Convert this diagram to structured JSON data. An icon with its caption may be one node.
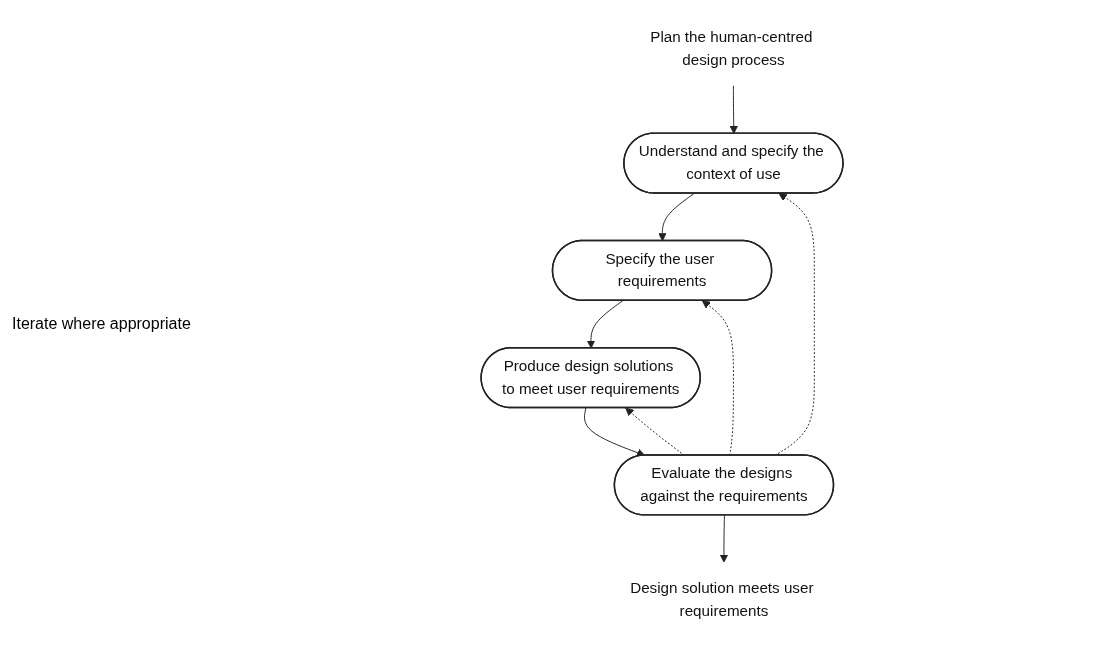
{
  "diagram": {
    "nodes": [
      {
        "text": [
          "Plan the human-centred design process"
        ]
      },
      {
        "text": [
          "Understand and specify the context of use"
        ]
      },
      {
        "text": [
          "Specify the user requirements"
        ]
      },
      {
        "text": [
          "Produce design solutions to meet user requirements"
        ]
      },
      {
        "text": [
          "Evaluate the designs against the requirements"
        ]
      },
      {
        "text": [
          "Design solution meets user requirements"
        ]
      }
    ],
    "edges": [
      {
        "from": 0,
        "to": 1,
        "arrow": "to"
      },
      {
        "from": 1,
        "to": 2,
        "arrow": "to"
      },
      {
        "from": 2,
        "to": 3,
        "arrow": "to"
      },
      {
        "from": 3,
        "to": 4,
        "arrow": "to"
      },
      {
        "from": 4,
        "to": 5,
        "arrow": "to"
      },
      {
        "from": 4,
        "to": 1,
        "arrow": "to",
        "style": "dashed"
      },
      {
        "from": 4,
        "to": 2,
        "arrow": "to",
        "style": "dashed"
      },
      {
        "from": 4,
        "to": 3,
        "arrow": "to",
        "style": "dashed"
      }
    ],
    "labels": [
      "Iterate where appropriate"
    ]
  }
}
